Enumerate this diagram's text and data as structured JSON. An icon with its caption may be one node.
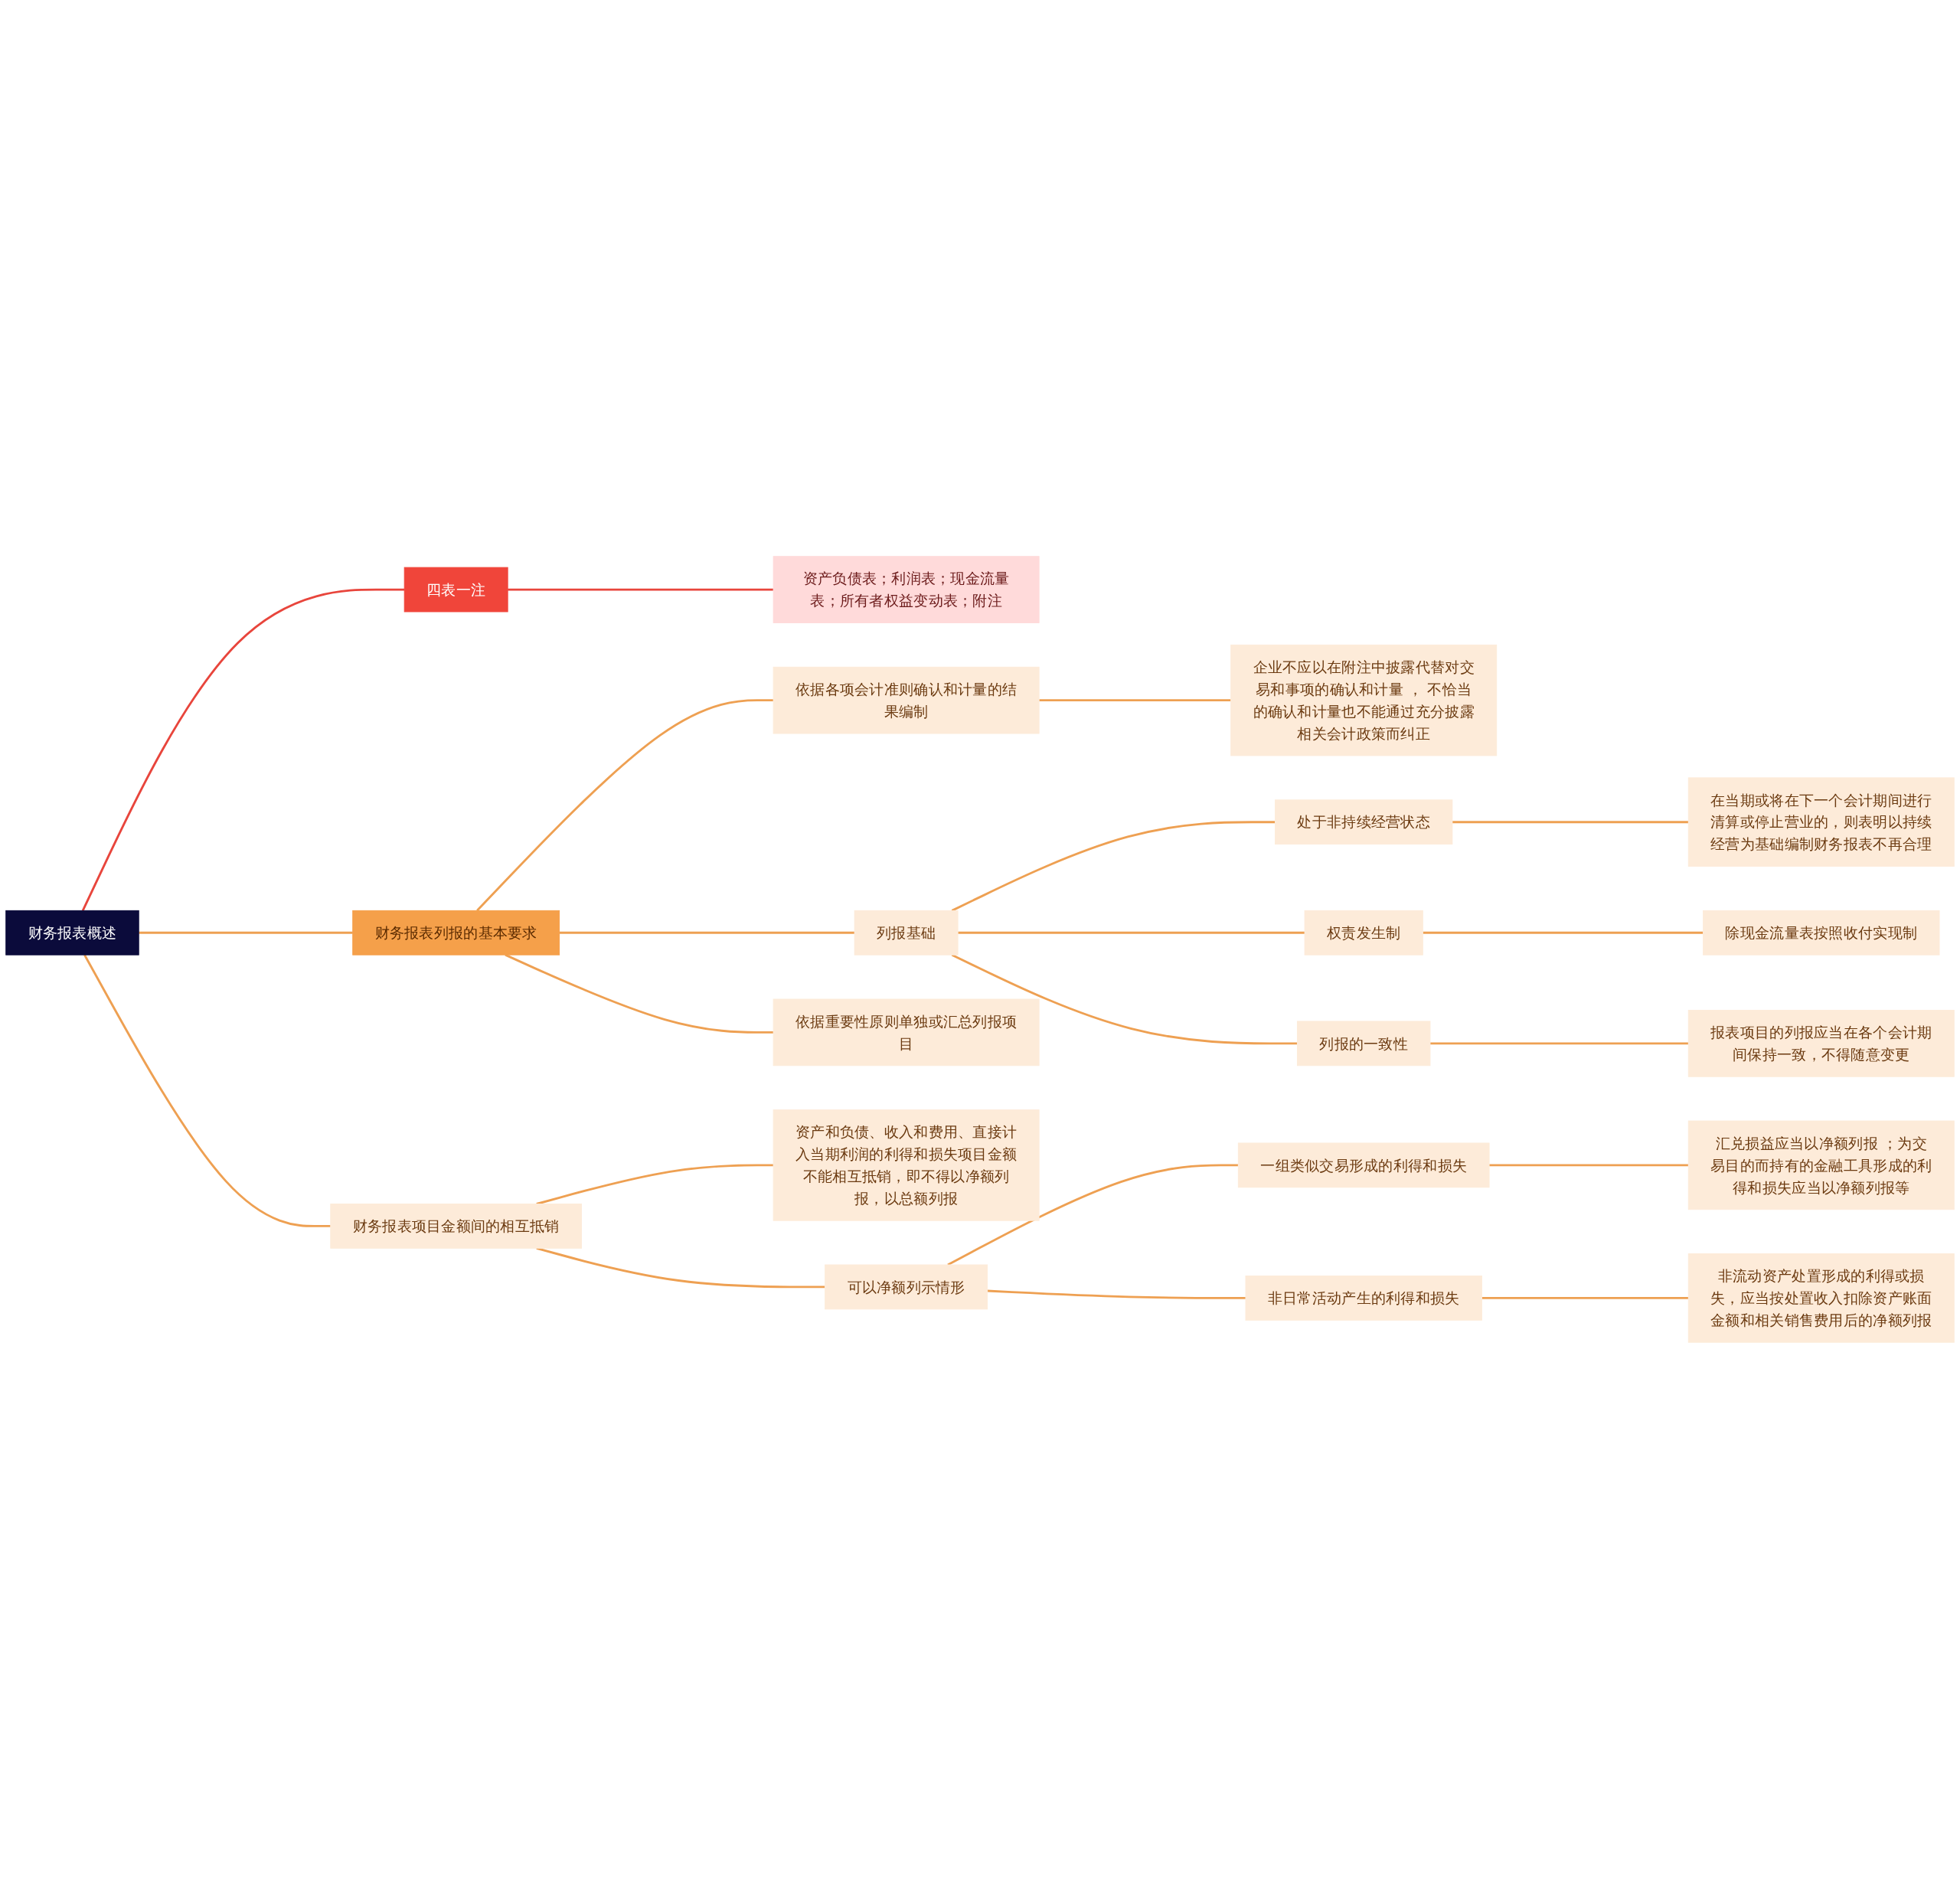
{
  "diagram": {
    "nodes": [
      {
        "text": [
          "财务报表概述"
        ]
      },
      {
        "text": [
          "四表一注"
        ]
      },
      {
        "text": [
          "资产负债表；利润表；现金流量表；所有者权益变动表；附注"
        ]
      },
      {
        "text": [
          "财务报表列报的基本要求"
        ]
      },
      {
        "text": [
          "依据各项会计准则确认和计量的结果编制"
        ]
      },
      {
        "text": [
          "企业不应以在附注中披露代替对交易和事项的确认和计量 ， 不恰当的确认和计量也不能通过充分披露相关会计政策而纠正"
        ]
      },
      {
        "text": [
          "列报基础"
        ]
      },
      {
        "text": [
          "处于非持续经营状态"
        ]
      },
      {
        "text": [
          "在当期或将在下一个会计期间进行清算或停止营业的，则表明以持续经营为基础编制财务报表不再合理"
        ]
      },
      {
        "text": [
          "权责发生制"
        ]
      },
      {
        "text": [
          "除现金流量表按照收付实现制"
        ]
      },
      {
        "text": [
          "列报的一致性"
        ]
      },
      {
        "text": [
          "报表项目的列报应当在各个会计期间保持一致，不得随意变更"
        ]
      },
      {
        "text": [
          "依据重要性原则单独或汇总列报项目"
        ]
      },
      {
        "text": [
          "财务报表项目金额间的相互抵销"
        ]
      },
      {
        "text": [
          "资产和负债、收入和费用、直接计入当期利润的利得和损失项目金额不能相互抵销，即不得以净额列报，以总额列报"
        ]
      },
      {
        "text": [
          "可以净额列示情形"
        ]
      },
      {
        "text": [
          "一组类似交易形成的利得和损失"
        ]
      },
      {
        "text": [
          "汇兑损益应当以净额列报 ；为交易目的而持有的金融工具形成的利得和损失应当以净额列报等"
        ]
      },
      {
        "text": [
          "非日常活动产生的利得和损失"
        ]
      },
      {
        "text": [
          "非流动资产处置形成的利得或损失，应当按处置收入扣除资产账面金额和相关销售费用后的净额列报"
        ]
      }
    ],
    "edges": [
      {
        "from": 0,
        "to": 1,
        "arrow": "none",
        "color": "#e8453c"
      },
      {
        "from": 1,
        "to": 2,
        "arrow": "none",
        "color": "#e8453c"
      },
      {
        "from": 0,
        "to": 3,
        "arrow": "none"
      },
      {
        "from": 3,
        "to": 4,
        "arrow": "none"
      },
      {
        "from": 4,
        "to": 5,
        "arrow": "none"
      },
      {
        "from": 3,
        "to": 6,
        "arrow": "none"
      },
      {
        "from": 6,
        "to": 7,
        "arrow": "none"
      },
      {
        "from": 7,
        "to": 8,
        "arrow": "none"
      },
      {
        "from": 6,
        "to": 9,
        "arrow": "none"
      },
      {
        "from": 9,
        "to": 10,
        "arrow": "none"
      },
      {
        "from": 6,
        "to": 11,
        "arrow": "none"
      },
      {
        "from": 11,
        "to": 12,
        "arrow": "none"
      },
      {
        "from": 3,
        "to": 13,
        "arrow": "none"
      },
      {
        "from": 0,
        "to": 14,
        "arrow": "none"
      },
      {
        "from": 14,
        "to": 15,
        "arrow": "none"
      },
      {
        "from": 14,
        "to": 16,
        "arrow": "none"
      },
      {
        "from": 16,
        "to": 17,
        "arrow": "none"
      },
      {
        "from": 17,
        "to": 18,
        "arrow": "none"
      },
      {
        "from": 16,
        "to": 19,
        "arrow": "none"
      },
      {
        "from": 19,
        "to": 20,
        "arrow": "none"
      }
    ]
  }
}
